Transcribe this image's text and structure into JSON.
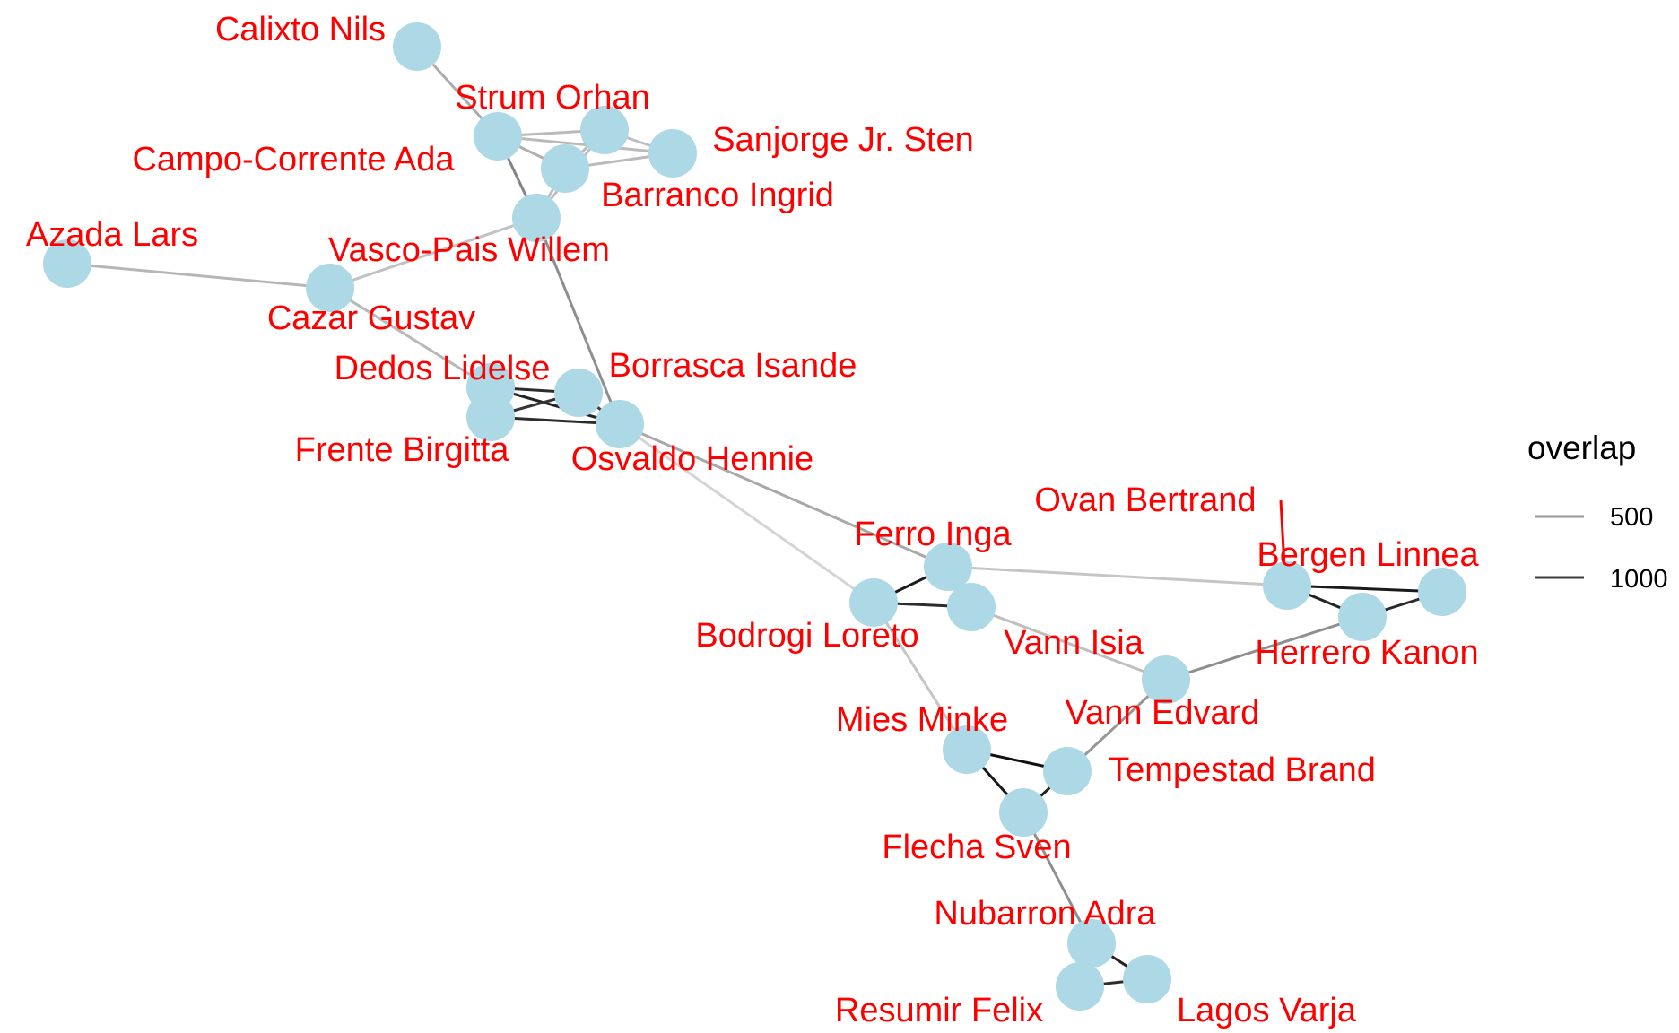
{
  "colors": {
    "node_fill": "#add8e6",
    "label_text": "#ff0000",
    "edge_low": "#d9d9d9",
    "edge_high": "#111111",
    "background": "#ffffff"
  },
  "nodes": [
    {
      "id": "calixto",
      "label": "Calixto Nils"
    },
    {
      "id": "strum",
      "label": "Strum Orhan"
    },
    {
      "id": "sanjorge",
      "label": "Sanjorge Jr. Sten"
    },
    {
      "id": "campo",
      "label": "Campo-Corrente Ada"
    },
    {
      "id": "barranco",
      "label": "Barranco Ingrid"
    },
    {
      "id": "vasco",
      "label": "Vasco-Pais Willem"
    },
    {
      "id": "azada",
      "label": "Azada Lars"
    },
    {
      "id": "cazar",
      "label": "Cazar Gustav"
    },
    {
      "id": "dedos",
      "label": "Dedos Lidelse"
    },
    {
      "id": "borrasca",
      "label": "Borrasca Isande"
    },
    {
      "id": "frente",
      "label": "Frente Birgitta"
    },
    {
      "id": "osvaldo",
      "label": "Osvaldo Hennie"
    },
    {
      "id": "ferro",
      "label": "Ferro Inga"
    },
    {
      "id": "bodrogi",
      "label": "Bodrogi Loreto"
    },
    {
      "id": "vannisia",
      "label": "Vann Isia"
    },
    {
      "id": "ovan",
      "label": "Ovan Bertrand"
    },
    {
      "id": "bergen",
      "label": "Bergen Linnea"
    },
    {
      "id": "herrero",
      "label": "Herrero Kanon"
    },
    {
      "id": "vannedvard",
      "label": "Vann Edvard"
    },
    {
      "id": "mies",
      "label": "Mies Minke"
    },
    {
      "id": "tempestad",
      "label": "Tempestad Brand"
    },
    {
      "id": "flecha",
      "label": "Flecha Sven"
    },
    {
      "id": "nubarron",
      "label": "Nubarron Adra"
    },
    {
      "id": "resumir",
      "label": "Resumir Felix"
    },
    {
      "id": "lagos",
      "label": "Lagos Varja"
    }
  ],
  "edges": [
    {
      "source": "calixto",
      "target": "campo",
      "overlap": 400
    },
    {
      "source": "campo",
      "target": "strum",
      "overlap": 320
    },
    {
      "source": "campo",
      "target": "sanjorge",
      "overlap": 320
    },
    {
      "source": "campo",
      "target": "barranco",
      "overlap": 380
    },
    {
      "source": "campo",
      "target": "vasco",
      "overlap": 620
    },
    {
      "source": "strum",
      "target": "barranco",
      "overlap": 300
    },
    {
      "source": "strum",
      "target": "sanjorge",
      "overlap": 300
    },
    {
      "source": "strum",
      "target": "vasco",
      "overlap": 300
    },
    {
      "source": "sanjorge",
      "target": "barranco",
      "overlap": 320
    },
    {
      "source": "barranco",
      "target": "vasco",
      "overlap": 300
    },
    {
      "source": "vasco",
      "target": "cazar",
      "overlap": 280
    },
    {
      "source": "vasco",
      "target": "osvaldo",
      "overlap": 560
    },
    {
      "source": "azada",
      "target": "cazar",
      "overlap": 340
    },
    {
      "source": "cazar",
      "target": "dedos",
      "overlap": 330
    },
    {
      "source": "dedos",
      "target": "borrasca",
      "overlap": 1100
    },
    {
      "source": "dedos",
      "target": "frente",
      "overlap": 800
    },
    {
      "source": "dedos",
      "target": "osvaldo",
      "overlap": 1150
    },
    {
      "source": "frente",
      "target": "borrasca",
      "overlap": 1050
    },
    {
      "source": "frente",
      "target": "osvaldo",
      "overlap": 1100
    },
    {
      "source": "borrasca",
      "target": "osvaldo",
      "overlap": 1000
    },
    {
      "source": "osvaldo",
      "target": "ferro",
      "overlap": 420
    },
    {
      "source": "osvaldo",
      "target": "bodrogi",
      "overlap": 180
    },
    {
      "source": "ferro",
      "target": "bodrogi",
      "overlap": 1200
    },
    {
      "source": "ferro",
      "target": "bergen",
      "overlap": 260
    },
    {
      "source": "bodrogi",
      "target": "vannisia",
      "overlap": 1100
    },
    {
      "source": "bodrogi",
      "target": "mies",
      "overlap": 260
    },
    {
      "source": "vannisia",
      "target": "vannedvard",
      "overlap": 300
    },
    {
      "source": "bergen",
      "target": "herrero",
      "overlap": 1150
    },
    {
      "source": "bergen",
      "target": "ovan_end",
      "overlap": 1000
    },
    {
      "source": "herrero",
      "target": "extra",
      "overlap": 1100
    },
    {
      "source": "bergen",
      "target": "extra",
      "overlap": 1200
    },
    {
      "source": "herrero",
      "target": "vannedvard",
      "overlap": 560
    },
    {
      "source": "vannedvard",
      "target": "tempestad",
      "overlap": 520
    },
    {
      "source": "mies",
      "target": "tempestad",
      "overlap": 1250
    },
    {
      "source": "mies",
      "target": "flecha",
      "overlap": 1200
    },
    {
      "source": "tempestad",
      "target": "flecha",
      "overlap": 1150
    },
    {
      "source": "flecha",
      "target": "nubarron",
      "overlap": 560
    },
    {
      "source": "nubarron",
      "target": "resumir",
      "overlap": 1200
    },
    {
      "source": "nubarron",
      "target": "lagos",
      "overlap": 1150
    },
    {
      "source": "resumir",
      "target": "lagos",
      "overlap": 1100
    }
  ],
  "legend": {
    "title": "overlap",
    "keys": [
      {
        "label": "500",
        "overlap": 500
      },
      {
        "label": "1000",
        "overlap": 1000
      }
    ]
  }
}
